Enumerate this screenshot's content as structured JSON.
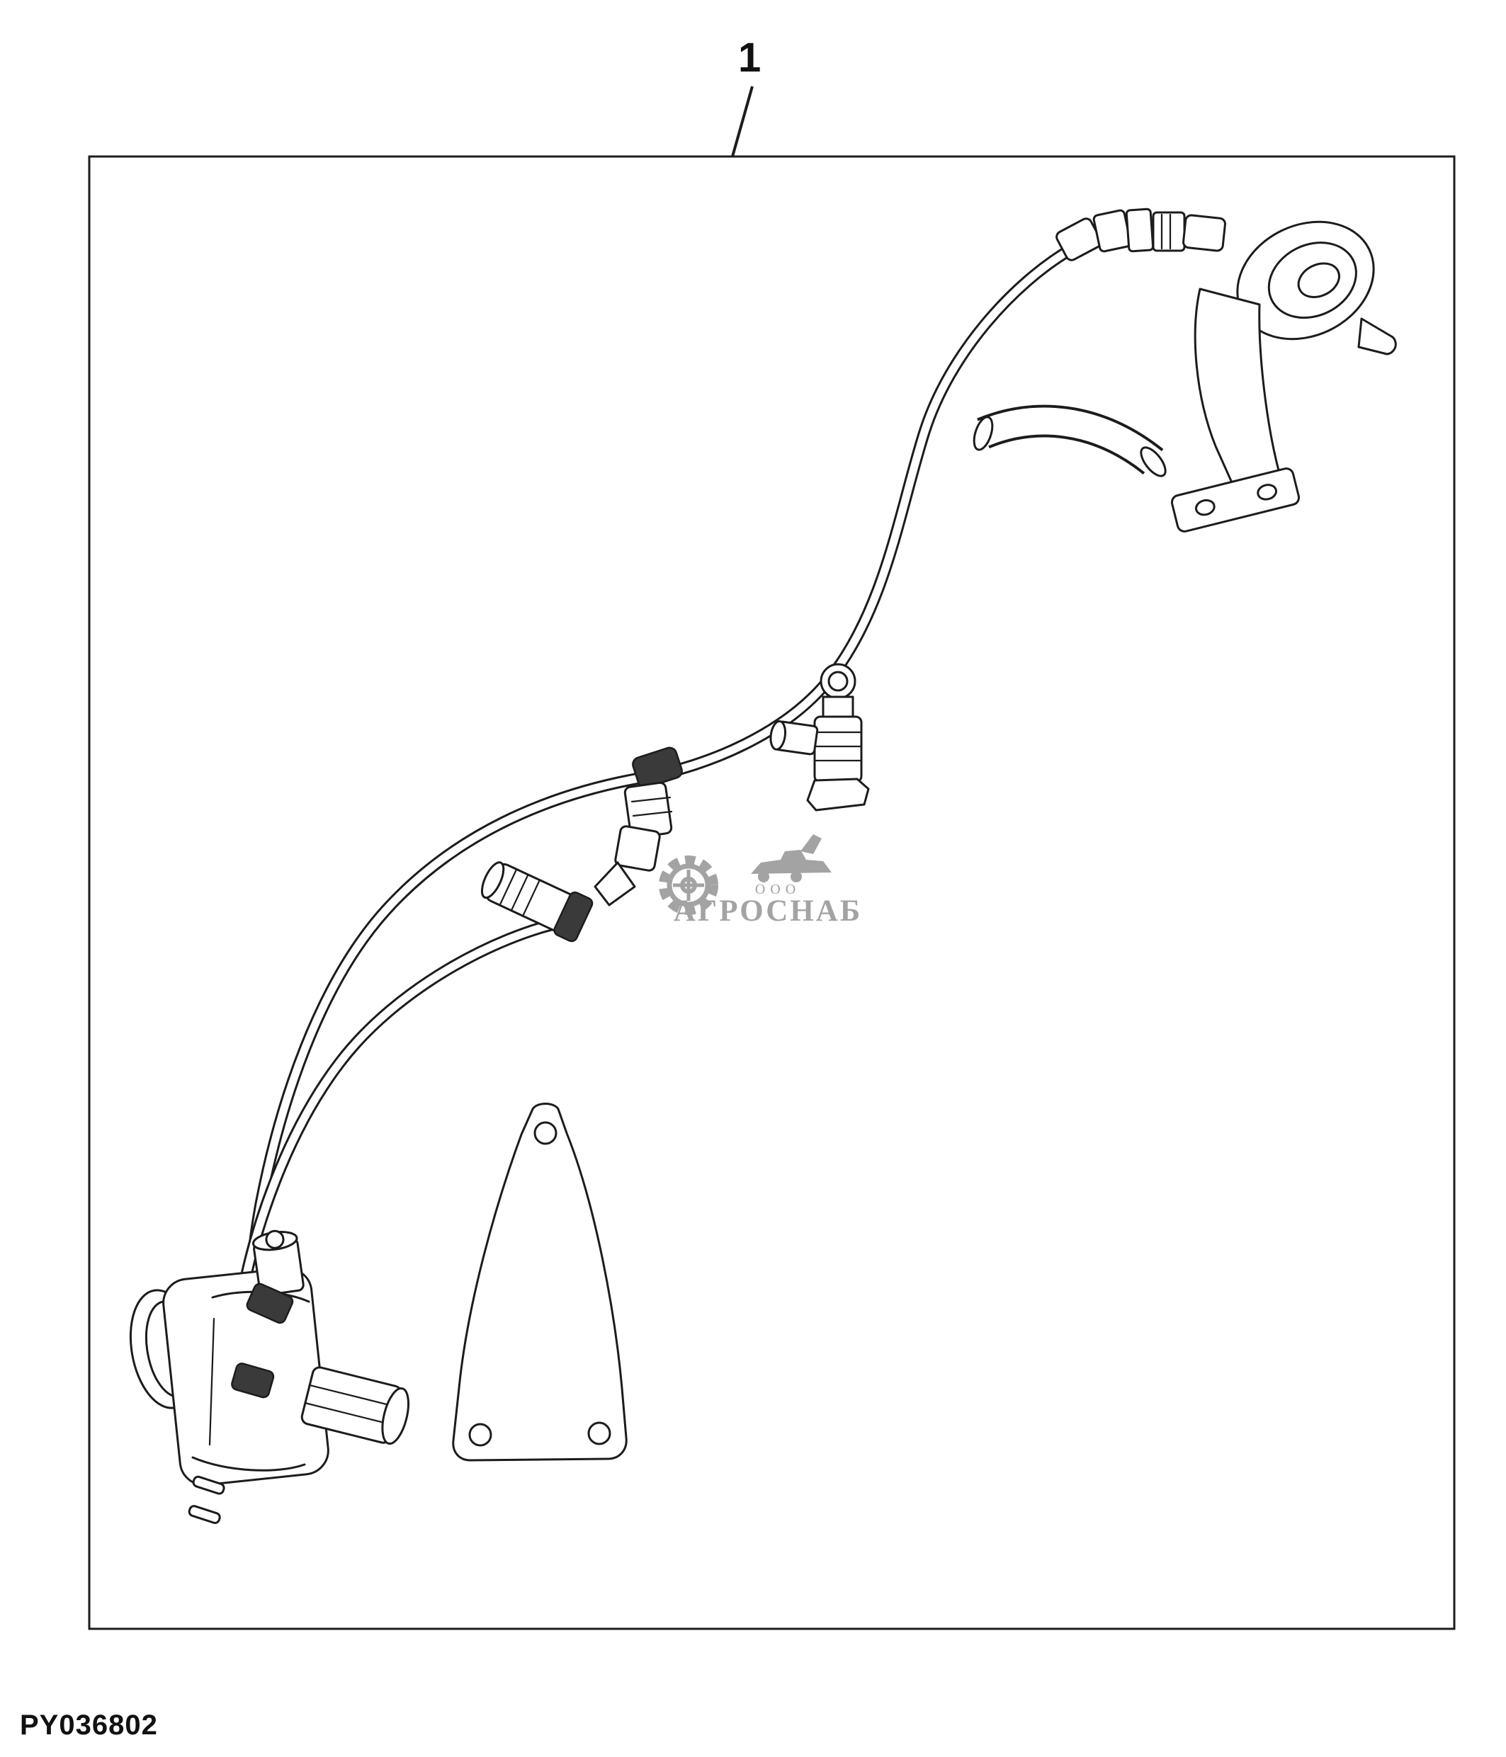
{
  "diagram": {
    "callout_label": "1",
    "part_number": "PY036802"
  },
  "watermark": {
    "org_type": "ООО",
    "name": "АГРОСНАБ"
  },
  "colors": {
    "line": "#1c1c1c",
    "watermark": "#8d8d8d",
    "background": "#ffffff"
  }
}
